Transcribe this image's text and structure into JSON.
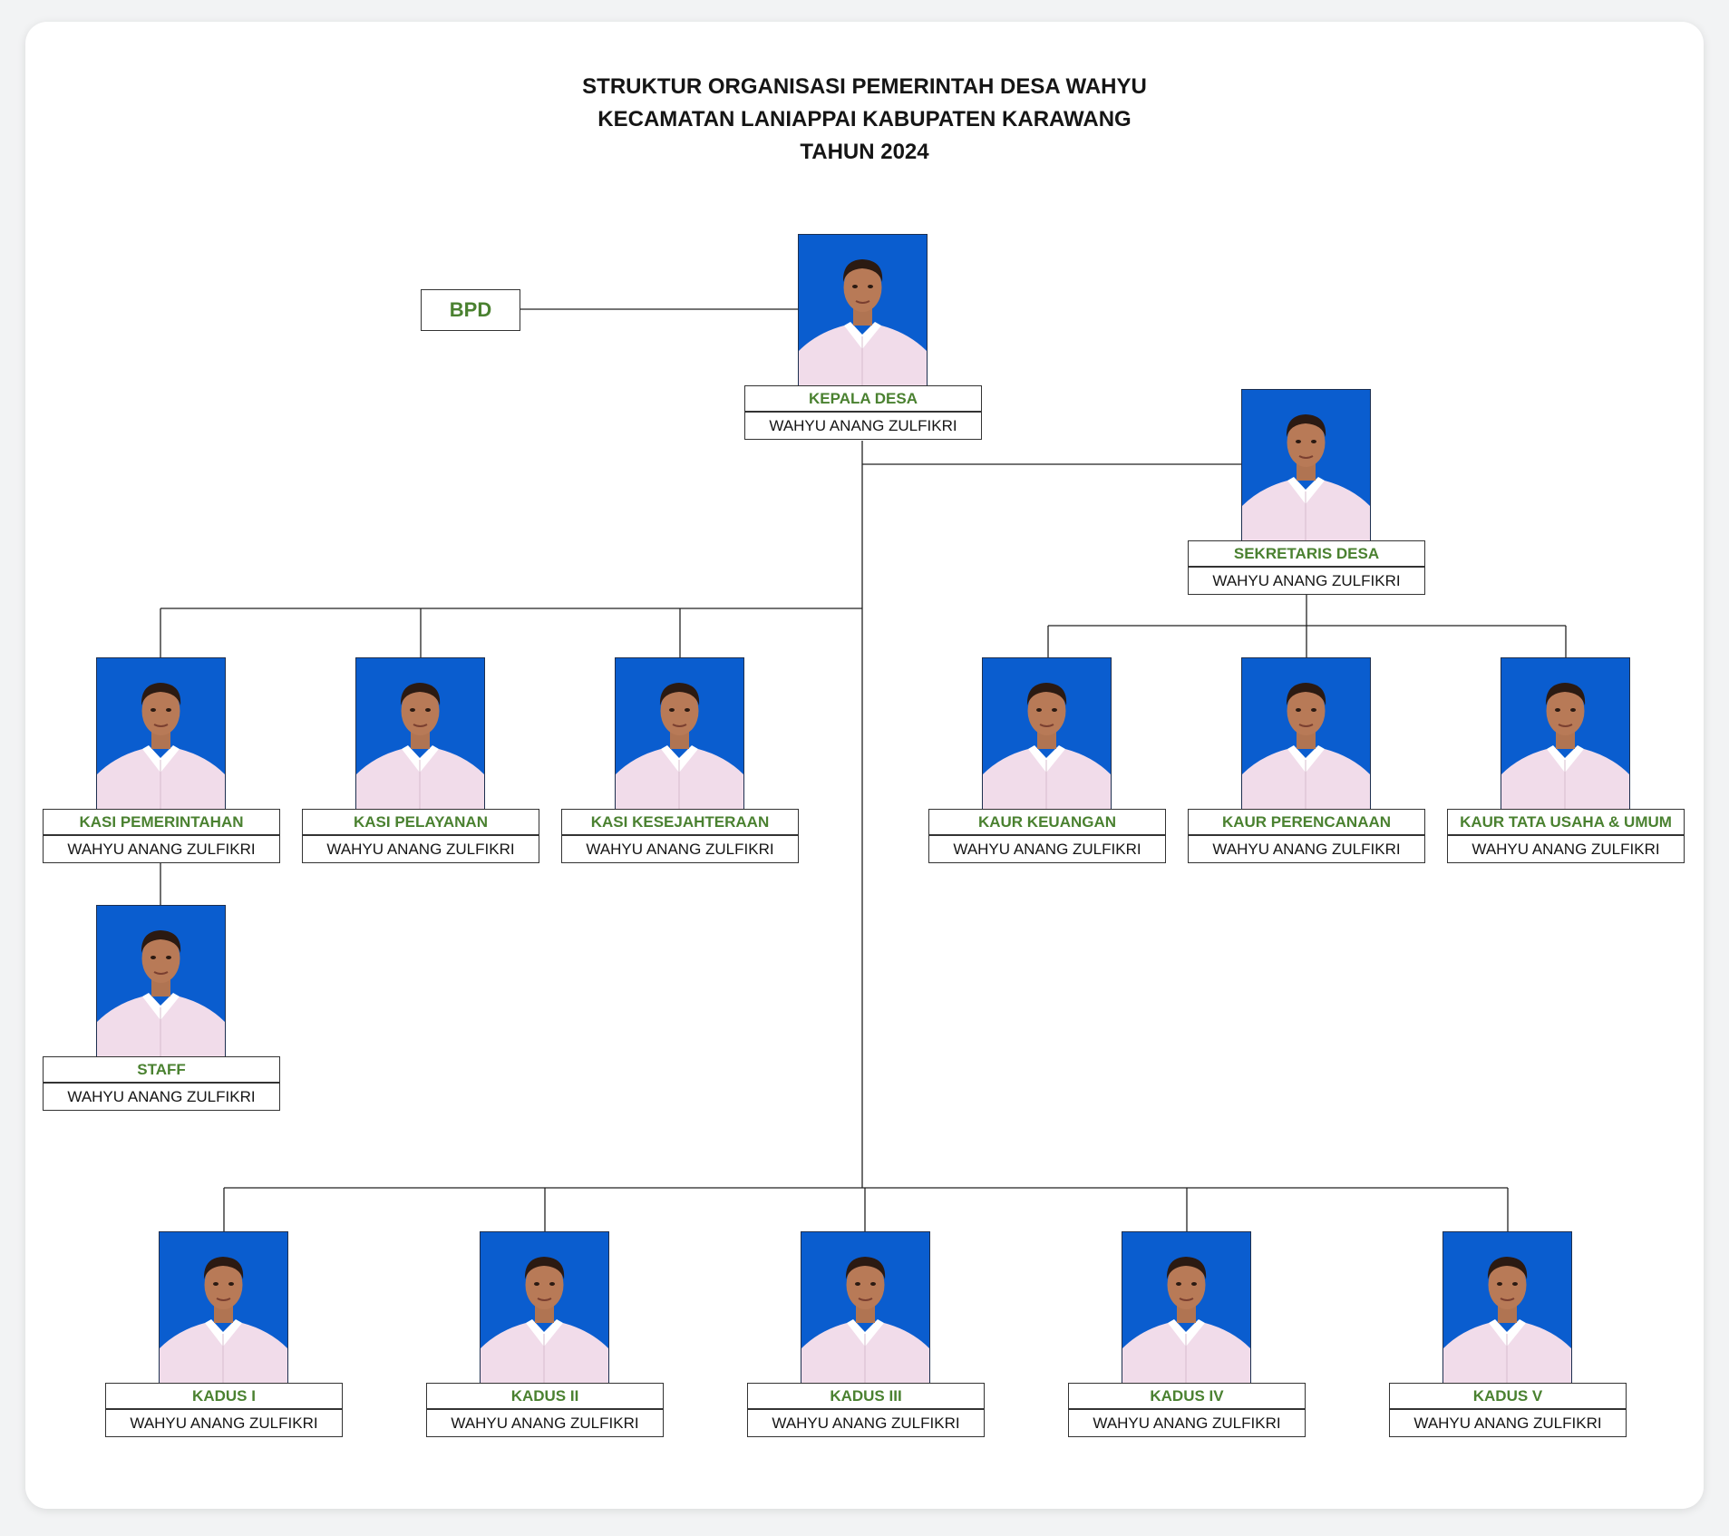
{
  "header": {
    "line1": "STRUKTUR ORGANISASI PEMERINTAH DESA WAHYU",
    "line2": "KECAMATAN LANIAPPAI KABUPATEN KARAWANG",
    "line3": "TAHUN 2024"
  },
  "bpd": {
    "label": "BPD"
  },
  "colors": {
    "title_green": "#4a8130",
    "photo_blue": "#0a5dcf"
  },
  "nodes": {
    "kepala_desa": {
      "title": "KEPALA DESA",
      "name": "WAHYU ANANG ZULFIKRI"
    },
    "sekretaris_desa": {
      "title": "SEKRETARIS DESA",
      "name": "WAHYU ANANG ZULFIKRI"
    },
    "kasi_pemerintahan": {
      "title": "KASI PEMERINTAHAN",
      "name": "WAHYU ANANG ZULFIKRI"
    },
    "kasi_pelayanan": {
      "title": "KASI PELAYANAN",
      "name": "WAHYU ANANG ZULFIKRI"
    },
    "kasi_kesejahteraan": {
      "title": "KASI KESEJAHTERAAN",
      "name": "WAHYU ANANG ZULFIKRI"
    },
    "kaur_keuangan": {
      "title": "KAUR KEUANGAN",
      "name": "WAHYU ANANG ZULFIKRI"
    },
    "kaur_perencanaan": {
      "title": "KAUR PERENCANAAN",
      "name": "WAHYU ANANG ZULFIKRI"
    },
    "kaur_tata_usaha": {
      "title": "KAUR TATA USAHA & UMUM",
      "name": "WAHYU ANANG ZULFIKRI"
    },
    "staff": {
      "title": "STAFF",
      "name": "WAHYU ANANG ZULFIKRI"
    },
    "kadus_1": {
      "title": "KADUS I",
      "name": "WAHYU ANANG ZULFIKRI"
    },
    "kadus_2": {
      "title": "KADUS II",
      "name": "WAHYU ANANG ZULFIKRI"
    },
    "kadus_3": {
      "title": "KADUS III",
      "name": "WAHYU ANANG ZULFIKRI"
    },
    "kadus_4": {
      "title": "KADUS IV",
      "name": "WAHYU ANANG ZULFIKRI"
    },
    "kadus_5": {
      "title": "KADUS V",
      "name": "WAHYU ANANG ZULFIKRI"
    }
  }
}
